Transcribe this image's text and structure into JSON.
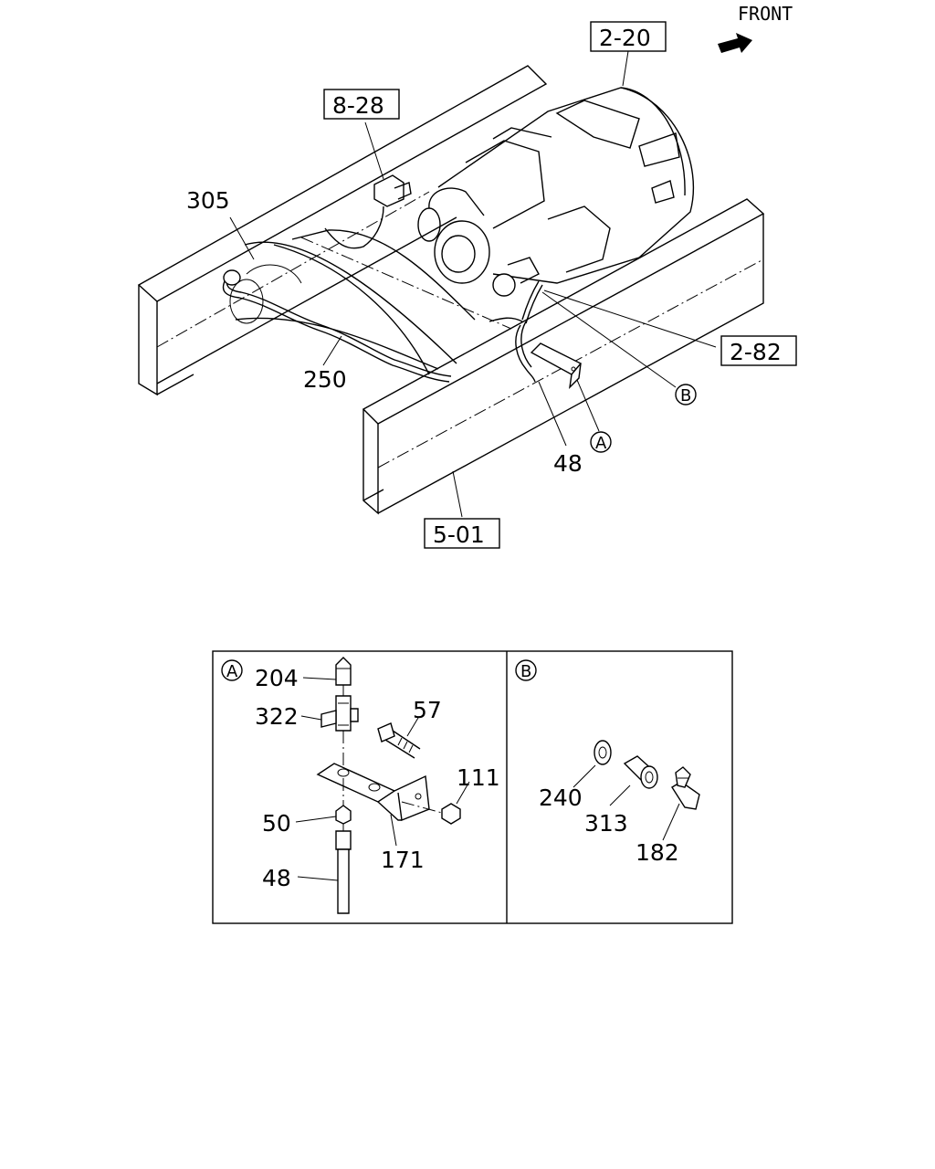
{
  "orientation": {
    "front": "FRONT"
  },
  "reference_boxes": {
    "ref_2_20": "2-20",
    "ref_8_28": "8-28",
    "ref_2_82": "2-82",
    "ref_5_01": "5-01"
  },
  "main_labels": {
    "p305": "305",
    "p250": "250",
    "p48": "48"
  },
  "callouts": {
    "a": "A",
    "b": "B"
  },
  "detail_a": {
    "marker": "A",
    "parts": {
      "p204": "204",
      "p322": "322",
      "p57": "57",
      "p111": "111",
      "p50": "50",
      "p171": "171",
      "p48": "48"
    }
  },
  "detail_b": {
    "marker": "B",
    "parts": {
      "p240": "240",
      "p313": "313",
      "p182": "182"
    }
  }
}
